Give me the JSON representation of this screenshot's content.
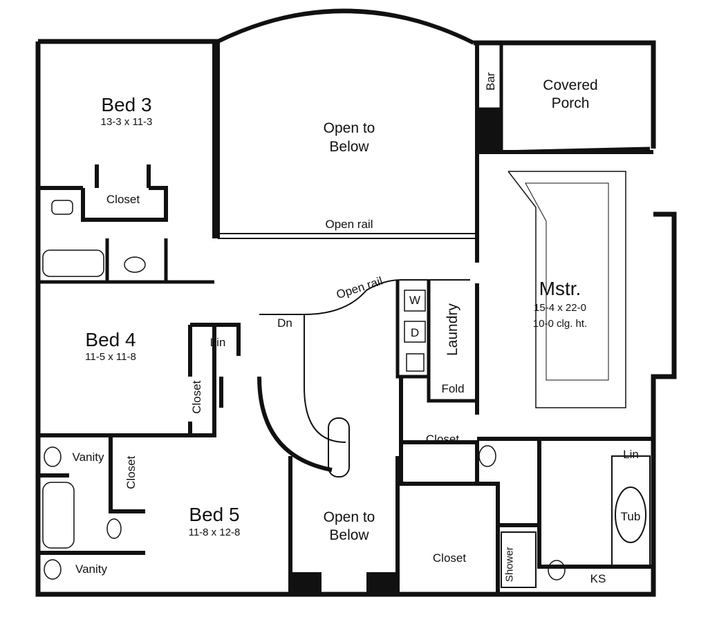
{
  "rooms": {
    "bed3": {
      "name": "Bed 3",
      "dims": "13-3 x 11-3"
    },
    "bed4": {
      "name": "Bed 4",
      "dims": "11-5 x 11-8"
    },
    "bed5": {
      "name": "Bed 5",
      "dims": "11-8 x 12-8"
    },
    "master": {
      "name": "Mstr.",
      "dims": "15-4 x 22-0",
      "ceiling": "10-0 clg. ht."
    },
    "open_below_top": {
      "line1": "Open to",
      "line2": "Below"
    },
    "open_below_bottom": {
      "line1": "Open to",
      "line2": "Below"
    },
    "covered_porch": {
      "line1": "Covered",
      "line2": "Porch"
    }
  },
  "labels": {
    "bar": "Bar",
    "open_rail_top": "Open rail",
    "open_rail_curve": "Open rail",
    "dn": "Dn",
    "laundry": "Laundry",
    "washer": "W",
    "dryer": "D",
    "fold": "Fold",
    "lin_upper": "Lin",
    "lin_master": "Lin",
    "closet_bed3": "Closet",
    "closet_bed4": "Closet",
    "closet_bed5": "Closet",
    "closet_master": "Closet",
    "closet_bottom": "Closet",
    "vanity_top": "Vanity",
    "vanity_bottom": "Vanity",
    "tub": "Tub",
    "shower": "Shower",
    "ks": "KS"
  }
}
